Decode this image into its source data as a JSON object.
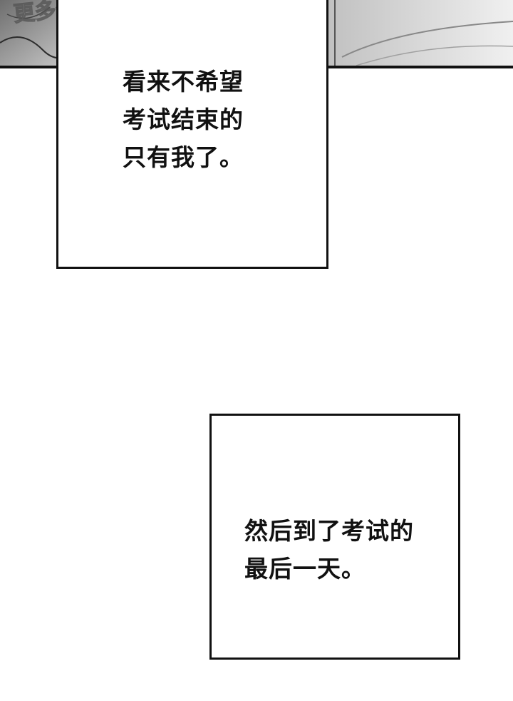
{
  "watermark": {
    "text": "更多作品"
  },
  "captions": [
    {
      "lines": "看来不希望\n考试结束的\n只有我了。"
    },
    {
      "lines": "然后到了考试的\n最后一天。"
    }
  ],
  "colors": {
    "background": "#ffffff",
    "border": "#111111",
    "text": "#111111",
    "art_dark": "#2b2b2b",
    "art_mid": "#9a9a9a",
    "art_light": "#dcdcdc"
  }
}
